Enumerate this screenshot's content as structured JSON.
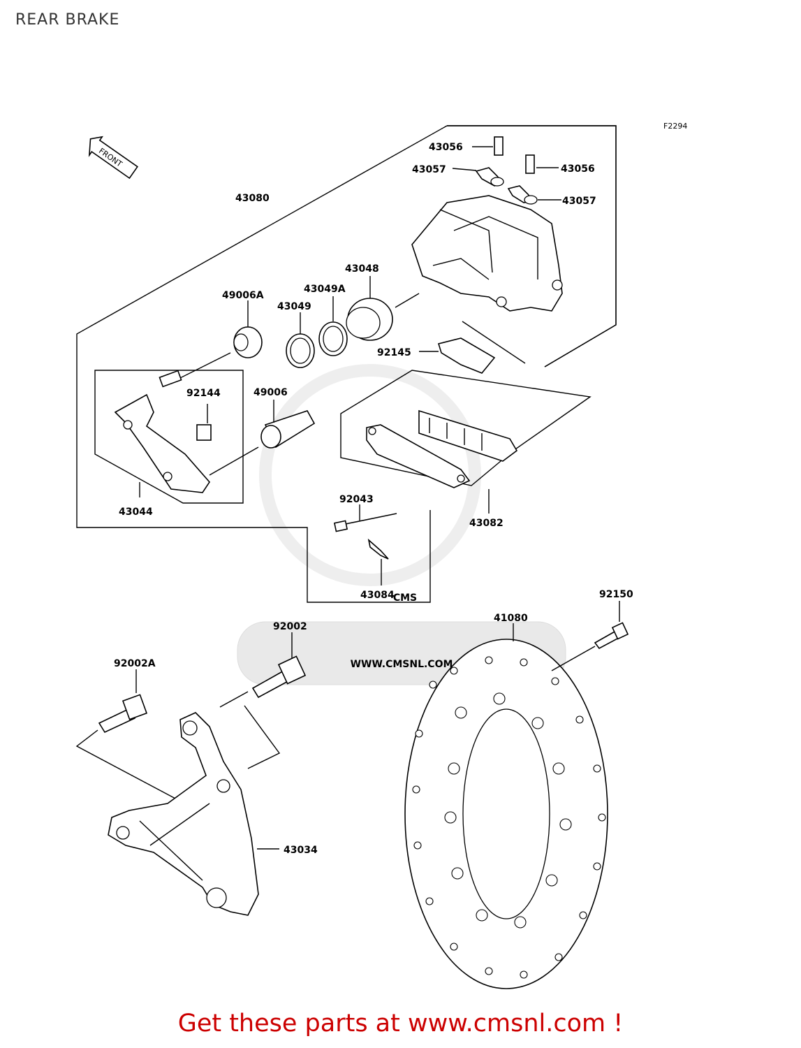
{
  "page": {
    "title": "REAR BRAKE"
  },
  "diagram": {
    "figure_code": "F2294",
    "front_label": "FRONT",
    "watermark": {
      "brand": "CMS",
      "url": "WWW.CMSNL.COM"
    },
    "parts": [
      {
        "id": "43056a",
        "number": "43056"
      },
      {
        "id": "43056b",
        "number": "43056"
      },
      {
        "id": "43057a",
        "number": "43057"
      },
      {
        "id": "43057b",
        "number": "43057"
      },
      {
        "id": "43080",
        "number": "43080"
      },
      {
        "id": "43048",
        "number": "43048"
      },
      {
        "id": "43049A",
        "number": "43049A"
      },
      {
        "id": "43049",
        "number": "43049"
      },
      {
        "id": "49006A",
        "number": "49006A"
      },
      {
        "id": "92145",
        "number": "92145"
      },
      {
        "id": "92144",
        "number": "92144"
      },
      {
        "id": "49006",
        "number": "49006"
      },
      {
        "id": "43044",
        "number": "43044"
      },
      {
        "id": "92043",
        "number": "92043"
      },
      {
        "id": "43082",
        "number": "43082"
      },
      {
        "id": "43084",
        "number": "43084"
      },
      {
        "id": "92150",
        "number": "92150"
      },
      {
        "id": "41080",
        "number": "41080"
      },
      {
        "id": "92002",
        "number": "92002"
      },
      {
        "id": "92002A",
        "number": "92002A"
      },
      {
        "id": "43034",
        "number": "43034"
      }
    ]
  },
  "footer": {
    "text": "Get these parts at www.cmsnl.com !"
  },
  "colors": {
    "footer_text": "#cc0000",
    "line": "#000000",
    "watermark": "#e9e9e9"
  }
}
